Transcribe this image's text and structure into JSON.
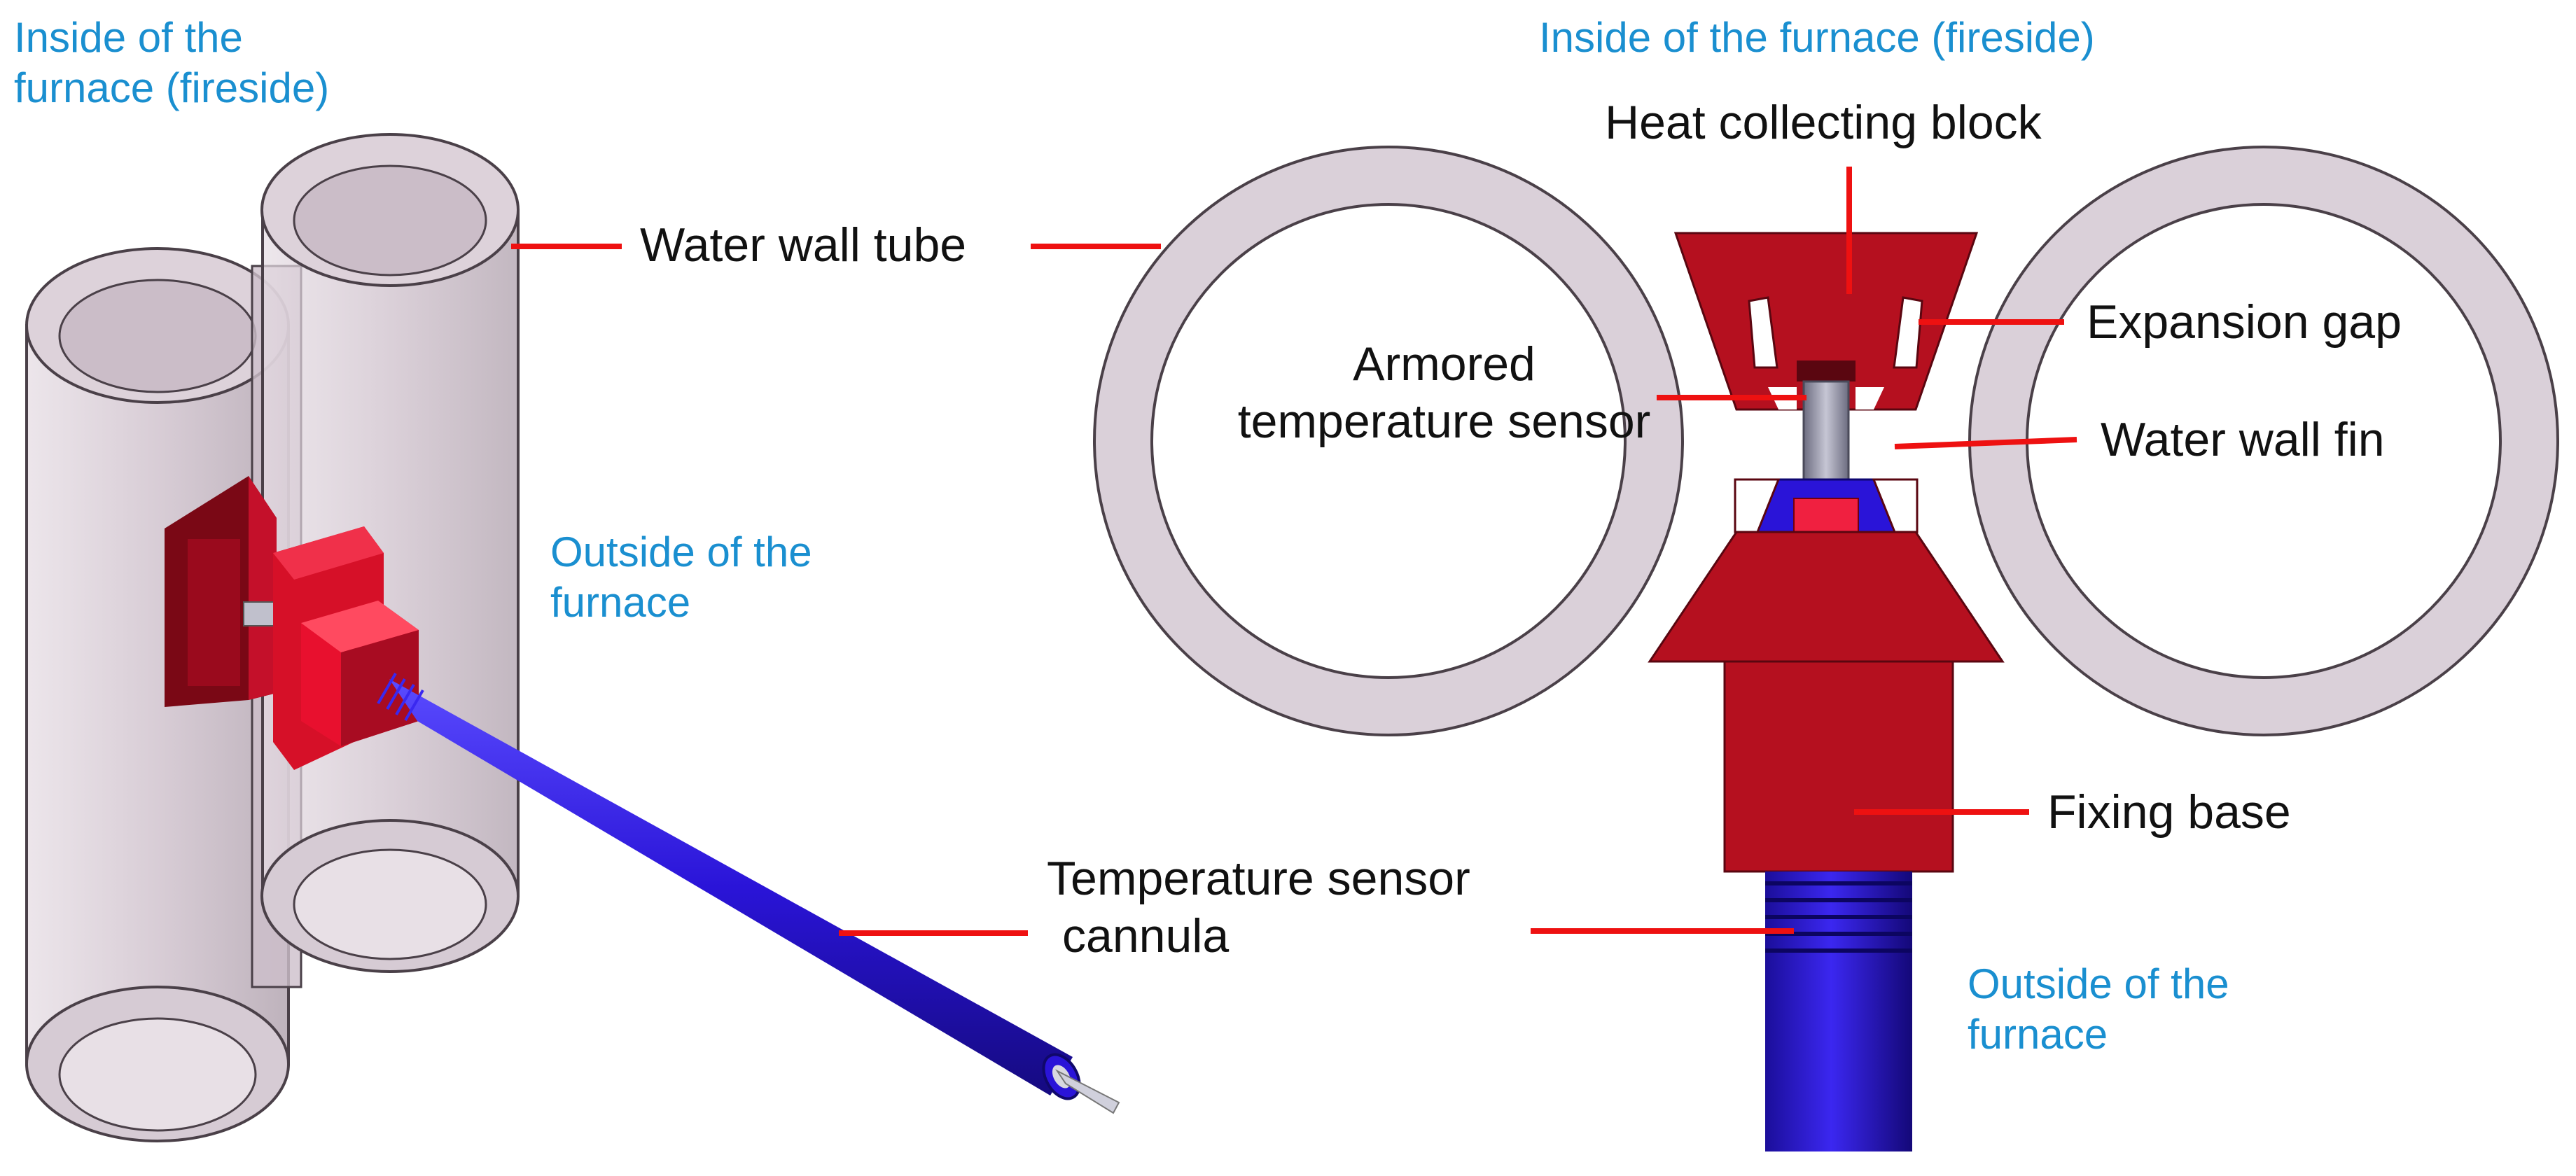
{
  "colors": {
    "tube_fill": "#d9cfd8",
    "tube_stroke": "#4a4048",
    "block_red": "#b5101f",
    "bright_red": "#e8102e",
    "cannula_blue": "#2a14d8",
    "sensor_gray": "#8a8aa0",
    "arrow_red": "#ee1111",
    "annotation_blue": "#1a8fd0"
  },
  "left_view": {
    "inside_label_line1": "Inside of the",
    "inside_label_line2": "furnace (fireside)",
    "outside_label_line1": "Outside of the",
    "outside_label_line2": "furnace"
  },
  "right_view": {
    "inside_label": "Inside of the furnace (fireside)",
    "outside_label_line1": "Outside of the",
    "outside_label_line2": "furnace"
  },
  "callouts": {
    "water_wall_tube": "Water wall tube",
    "heat_collecting_block": "Heat collecting block",
    "expansion_gap": "Expansion gap",
    "armored_sensor_line1": "Armored",
    "armored_sensor_line2": "temperature sensor",
    "water_wall_fin": "Water wall fin",
    "fixing_base": "Fixing base",
    "cannula_line1": "Temperature sensor",
    "cannula_line2": "cannula"
  }
}
